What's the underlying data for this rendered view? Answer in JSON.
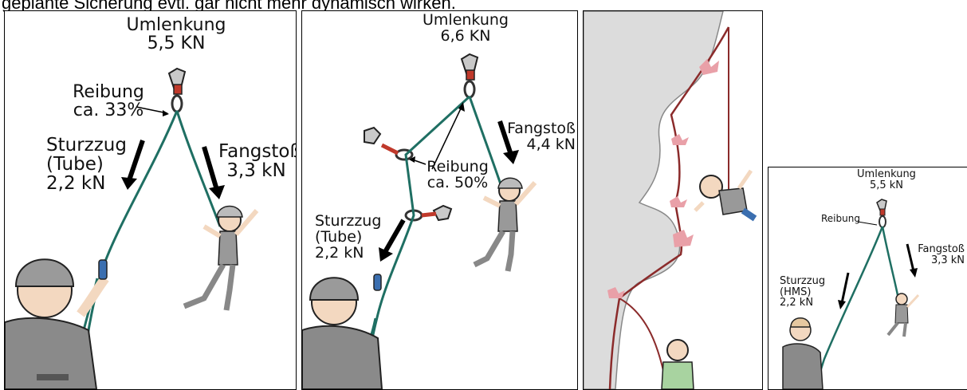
{
  "top_caption": "geplante Sicherung evtl. gar nicht mehr dynamisch wirken.",
  "panel1": {
    "umlenkung": "Umlenkung",
    "umlenkung_value": "5,5 KN",
    "reibung": "Reibung",
    "reibung_value": "ca. 33%",
    "sturzzug": "Sturzzug",
    "sturzzug_device": "(Tube)",
    "sturzzug_value": "2,2 kN",
    "fangstoss": "Fangstoß",
    "fangstoss_value": "3,3 kN"
  },
  "panel2": {
    "umlenkung": "Umlenkung",
    "umlenkung_value": "6,6 KN",
    "fangstoss": "Fangstoß",
    "fangstoss_value": "4,4 kN",
    "reibung": "Reibung",
    "reibung_value": "ca. 50%",
    "sturzzug": "Sturzzug",
    "sturzzug_device": "(Tube)",
    "sturzzug_value": "2,2 kN"
  },
  "panel4": {
    "umlenkung": "Umlenkung",
    "umlenkung_value": "5,5 kN",
    "reibung": "Reibung",
    "fangstoss": "Fangstoß",
    "fangstoss_value": "3,3 kN",
    "sturzzug": "Sturzzug",
    "sturzzug_device": "(HMS)",
    "sturzzug_value": "2,2 kN"
  },
  "colors": {
    "rope_teal": "#1f6f63",
    "rope_red": "#8b2b2b",
    "sling_red": "#c0392b",
    "rock_grey": "#dcdcdc",
    "friction_pink": "#e9a0a8",
    "shirt_grey": "#8a8a8a",
    "belay_blue": "#3b6fb0"
  }
}
